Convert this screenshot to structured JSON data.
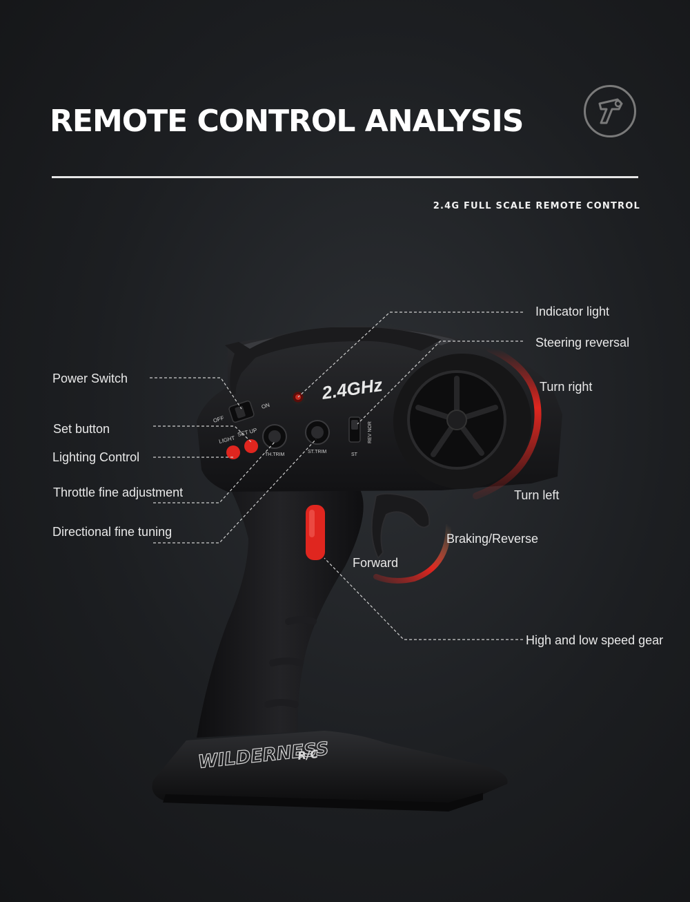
{
  "header": {
    "title": "REMOTE CONTROL ANALYSIS",
    "subtitle": "2.4G FULL SCALE REMOTE CONTROL",
    "logo_icon": "trigger-remote-icon"
  },
  "device": {
    "frequency_label": "2.4GHz",
    "switch_off": "OFF",
    "switch_on": "ON",
    "light_label": "LIGHT",
    "setup_label": "SET UP",
    "th_trim_label": "TH.TRIM",
    "st_trim_label": "ST.TRIM",
    "st_label": "ST",
    "rev_nor_label": "REV NOR",
    "brand": "WILDERNESS",
    "brand_suffix": "R/C"
  },
  "callouts": {
    "indicator_light": "Indicator light",
    "steering_reversal": "Steering reversal",
    "power_switch": "Power Switch",
    "turn_right": "Turn right",
    "set_button": "Set button",
    "lighting_control": "Lighting Control",
    "throttle_fine": "Throttle fine adjustment",
    "turn_left": "Turn left",
    "directional_fine": "Directional fine tuning",
    "braking_reverse": "Braking/Reverse",
    "forward": "Forward",
    "speed_gear": "High and low speed gear"
  },
  "colors": {
    "background": "#1c1e21",
    "accent_red": "#e0261f",
    "text": "#e9e9e9"
  }
}
